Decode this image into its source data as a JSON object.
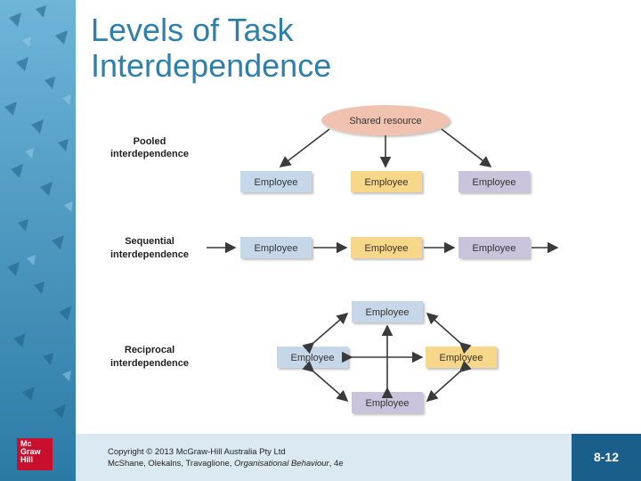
{
  "title": {
    "line1": "Levels of Task",
    "line2": "Interdependence"
  },
  "logo": {
    "line1": "Mc",
    "line2": "Graw",
    "line3": "Hill"
  },
  "diagram": {
    "shared_resource": "Shared resource",
    "pooled_label": {
      "line1": "Pooled",
      "line2": "interdependence"
    },
    "sequential_label": {
      "line1": "Sequential",
      "line2": "interdependence"
    },
    "reciprocal_label": {
      "line1": "Reciprocal",
      "line2": "interdependence"
    },
    "employee": "Employee"
  },
  "footer": {
    "copyright_line1": "Copyright © 2013 McGraw-Hill Australia Pty Ltd",
    "copyright_line2_prefix": "McShane, Olekalns, Travaglione, ",
    "copyright_line2_italic": "Organisational Behaviour",
    "copyright_line2_suffix": ", 4e",
    "page_number": "8-12"
  },
  "colors": {
    "title": "#2f7fab",
    "blue_box": "#c5d7e8",
    "yellow_box": "#f7d78a",
    "purple_box": "#c9c3dc",
    "shared_resource": "#f2c2b0",
    "footer_bg": "#dbe9f3",
    "page_box": "#1a5f8c"
  }
}
